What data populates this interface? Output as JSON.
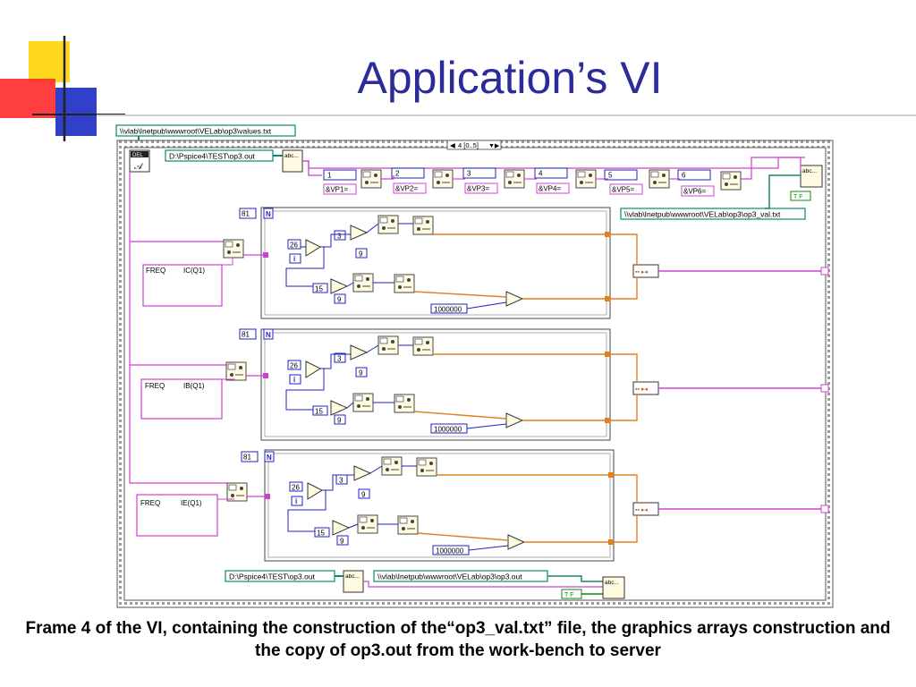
{
  "slide": {
    "title": "Application’s VI",
    "caption": "Frame 4 of the VI, containing the construction of the“op3_val.txt” file, the graphics arrays construction and the copy of op3.out from the work-bench to server"
  },
  "diagram": {
    "path_values": "\\\\vlab\\Inetpub\\wwwroot\\VELab\\op3\\values.txt",
    "path_op3_out": "D:\\Pspice4\\TEST\\op3.out",
    "path_op3_val": "\\\\vlab\\Inetpub\\wwwroot\\VELab\\op3\\op3_val.txt",
    "path_op3_out_src": "D:\\Pspice4\\TEST\\op3.out",
    "path_op3_out_dst": "\\\\vlab\\Inetpub\\wwwroot\\VELab\\op3\\op3.out",
    "frame_selector": "4 [0..5]",
    "del_label": "DEL",
    "abc_label": "abc...",
    "tf_label": "T F",
    "indices": [
      "1",
      "2",
      "3",
      "4",
      "5",
      "6"
    ],
    "vp_labels": [
      "&VP1=",
      "&VP2=",
      "&VP3=",
      "&VP4=",
      "&VP5=",
      "&VP6="
    ],
    "loops": [
      {
        "count": "81",
        "n": "N",
        "i": "i",
        "c26": "26",
        "c3": "3",
        "c9a": "9",
        "c15": "15",
        "c9b": "9",
        "mult": "1000000",
        "freq": "FREQ",
        "signal": "IC(Q1)"
      },
      {
        "count": "81",
        "n": "N",
        "i": "i",
        "c26": "26",
        "c3": "3",
        "c9a": "9",
        "c15": "15",
        "c9b": "9",
        "mult": "1000000",
        "freq": "FREQ",
        "signal": "IB(Q1)"
      },
      {
        "count": "81",
        "n": "N",
        "i": "i",
        "c26": "26",
        "c3": "3",
        "c9a": "9",
        "c15": "15",
        "c9b": "9",
        "mult": "1000000",
        "freq": "FREQ",
        "signal": "IE(Q1)"
      }
    ]
  },
  "colors": {
    "title": "#2b2b9a",
    "deco_yellow": "#ffd820",
    "deco_red": "#ff2020",
    "deco_blue": "#3040c8",
    "wire_pink": "#d040d0",
    "wire_orange": "#e08020",
    "wire_blue": "#2020c0"
  }
}
